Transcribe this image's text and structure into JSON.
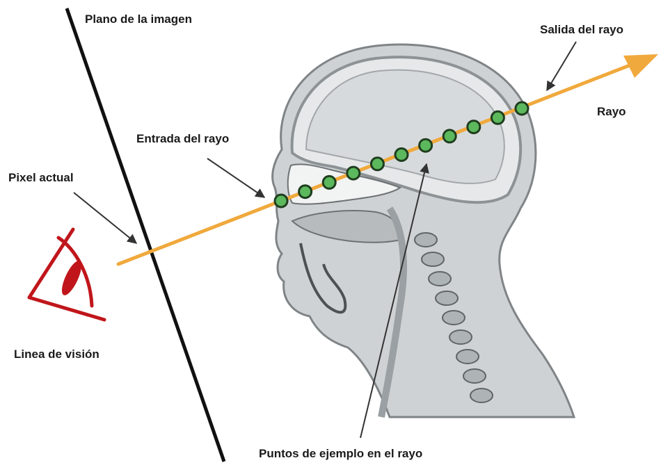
{
  "labels": {
    "image_plane": "Plano de la imagen",
    "ray_exit": "Salida del rayo",
    "ray": "Rayo",
    "ray_entry": "Entrada del rayo",
    "current_pixel": "Pixel actual",
    "line_of_sight": "Linea de visión",
    "sample_points": "Puntos de ejemplo en el rayo"
  },
  "colors": {
    "ray": "#f0a93c",
    "sample_point_fill": "#5cb85c",
    "sample_point_stroke": "#1f3d1f",
    "eye": "#c0161b",
    "plane": "#111111",
    "head_fill": "#cfd2d4",
    "head_outline": "#7f8487",
    "arrow_pointer": "#333333"
  },
  "icons": {
    "eye": "eye-icon",
    "ray_arrowhead": "arrowhead-icon"
  },
  "sample_point_count": 11
}
